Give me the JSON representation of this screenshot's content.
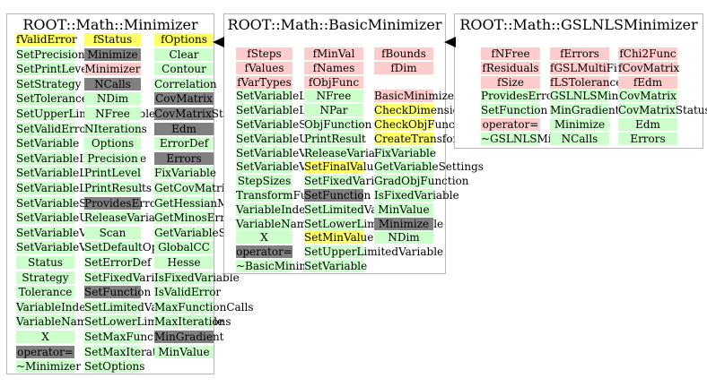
{
  "colors": {
    "green": "#ccffcc",
    "yellow": "#ffff66",
    "pink": "#ffcccc",
    "gray": "#808080",
    "border": "#b8b8b8"
  },
  "classes": [
    {
      "name": "ROOT::Math::Minimizer",
      "columns": [
        [
          {
            "t": "fValidError",
            "c": "yellow"
          },
          {
            "t": "SetPrecision",
            "c": "green"
          },
          {
            "t": "SetPrintLevel",
            "c": "green"
          },
          {
            "t": "SetStrategy",
            "c": "green"
          },
          {
            "t": "SetTolerance",
            "c": "green"
          },
          {
            "t": "SetUpperLimitedVariable",
            "c": "green"
          },
          {
            "t": "SetValidError",
            "c": "green"
          },
          {
            "t": "SetVariable",
            "c": "green"
          },
          {
            "t": "SetVariableInitialRange",
            "c": "green"
          },
          {
            "t": "SetVariableLimits",
            "c": "green"
          },
          {
            "t": "SetVariableLowerLimit",
            "c": "green"
          },
          {
            "t": "SetVariableStepSize",
            "c": "green"
          },
          {
            "t": "SetVariableUpperLimit",
            "c": "green"
          },
          {
            "t": "SetVariableValue",
            "c": "green"
          },
          {
            "t": "SetVariableValues",
            "c": "green"
          },
          {
            "t": "Status",
            "c": "green"
          },
          {
            "t": "Strategy",
            "c": "green"
          },
          {
            "t": "Tolerance",
            "c": "green"
          },
          {
            "t": "VariableIndex",
            "c": "green"
          },
          {
            "t": "VariableName",
            "c": "green"
          },
          {
            "t": "X",
            "c": "green"
          },
          {
            "t": "operator=",
            "c": "gray"
          },
          {
            "t": "~Minimizer",
            "c": "green"
          }
        ],
        [
          {
            "t": "fStatus",
            "c": "yellow"
          },
          {
            "t": "Minimize",
            "c": "gray"
          },
          {
            "t": "Minimizer",
            "c": "pink"
          },
          {
            "t": "NCalls",
            "c": "gray"
          },
          {
            "t": "NDim",
            "c": "green"
          },
          {
            "t": "NFree",
            "c": "green"
          },
          {
            "t": "NIterations",
            "c": "green"
          },
          {
            "t": "Options",
            "c": "green"
          },
          {
            "t": "Precision",
            "c": "green"
          },
          {
            "t": "PrintLevel",
            "c": "green"
          },
          {
            "t": "PrintResults",
            "c": "green"
          },
          {
            "t": "ProvidesError",
            "c": "gray"
          },
          {
            "t": "ReleaseVariable",
            "c": "green"
          },
          {
            "t": "Scan",
            "c": "green"
          },
          {
            "t": "SetDefaultOptions",
            "c": "green"
          },
          {
            "t": "SetErrorDef",
            "c": "green"
          },
          {
            "t": "SetFixedVariable",
            "c": "green"
          },
          {
            "t": "SetFunction",
            "c": "gray"
          },
          {
            "t": "SetLimitedVariable",
            "c": "green"
          },
          {
            "t": "SetLowerLimitedVariable",
            "c": "green"
          },
          {
            "t": "SetMaxFunctionCalls",
            "c": "green"
          },
          {
            "t": "SetMaxIterations",
            "c": "green"
          },
          {
            "t": "SetOptions",
            "c": "green"
          }
        ],
        [
          {
            "t": "fOptions",
            "c": "yellow"
          },
          {
            "t": "Clear",
            "c": "green"
          },
          {
            "t": "Contour",
            "c": "green"
          },
          {
            "t": "Correlation",
            "c": "green"
          },
          {
            "t": "CovMatrix",
            "c": "gray"
          },
          {
            "t": "CovMatrixStatus",
            "c": "gray"
          },
          {
            "t": "Edm",
            "c": "gray"
          },
          {
            "t": "ErrorDef",
            "c": "green"
          },
          {
            "t": "Errors",
            "c": "gray"
          },
          {
            "t": "FixVariable",
            "c": "green"
          },
          {
            "t": "GetCovMatrix",
            "c": "green"
          },
          {
            "t": "GetHessianMatrix",
            "c": "green"
          },
          {
            "t": "GetMinosError",
            "c": "green"
          },
          {
            "t": "GetVariableSettings",
            "c": "green"
          },
          {
            "t": "GlobalCC",
            "c": "green"
          },
          {
            "t": "Hesse",
            "c": "green"
          },
          {
            "t": "IsFixedVariable",
            "c": "green"
          },
          {
            "t": "IsValidError",
            "c": "green"
          },
          {
            "t": "MaxFunctionCalls",
            "c": "green"
          },
          {
            "t": "MaxIterations",
            "c": "green"
          },
          {
            "t": "MinGradient",
            "c": "gray"
          },
          {
            "t": "MinValue",
            "c": "green"
          }
        ]
      ]
    },
    {
      "name": "ROOT::Math::BasicMinimizer",
      "columns": [
        [
          {
            "t": "fSteps",
            "c": "pink"
          },
          {
            "t": "fValues",
            "c": "pink"
          },
          {
            "t": "fVarTypes",
            "c": "pink"
          },
          {
            "t": "SetVariableLimits",
            "c": "green"
          },
          {
            "t": "SetVariableLowerLimit",
            "c": "green"
          },
          {
            "t": "SetVariableStepSize",
            "c": "green"
          },
          {
            "t": "SetVariableUpperLimit",
            "c": "green"
          },
          {
            "t": "SetVariableValue",
            "c": "green"
          },
          {
            "t": "SetVariableValues",
            "c": "green"
          },
          {
            "t": "StepSizes",
            "c": "green"
          },
          {
            "t": "TransformFunction",
            "c": "green"
          },
          {
            "t": "VariableIndex",
            "c": "green"
          },
          {
            "t": "VariableName",
            "c": "green"
          },
          {
            "t": "X",
            "c": "green"
          },
          {
            "t": "operator=",
            "c": "gray"
          },
          {
            "t": "~BasicMinimizer",
            "c": "green"
          }
        ],
        [
          {
            "t": "fMinVal",
            "c": "pink"
          },
          {
            "t": "fNames",
            "c": "pink"
          },
          {
            "t": "fObjFunc",
            "c": "pink"
          },
          {
            "t": "NFree",
            "c": "green"
          },
          {
            "t": "NPar",
            "c": "green"
          },
          {
            "t": "ObjFunction",
            "c": "green"
          },
          {
            "t": "PrintResult",
            "c": "green"
          },
          {
            "t": "ReleaseVariable",
            "c": "green"
          },
          {
            "t": "SetFinalValues",
            "c": "yellow"
          },
          {
            "t": "SetFixedVariable",
            "c": "green"
          },
          {
            "t": "SetFunction",
            "c": "gray"
          },
          {
            "t": "SetLimitedVariable",
            "c": "green"
          },
          {
            "t": "SetLowerLimitedVariable",
            "c": "green"
          },
          {
            "t": "SetMinValue",
            "c": "yellow"
          },
          {
            "t": "SetUpperLimitedVariable",
            "c": "green"
          },
          {
            "t": "SetVariable",
            "c": "green"
          }
        ],
        [
          {
            "t": "fBounds",
            "c": "pink"
          },
          {
            "t": "fDim",
            "c": "pink"
          },
          {
            "t": "",
            "c": "none"
          },
          {
            "t": "BasicMinimizer",
            "c": "pink"
          },
          {
            "t": "CheckDimension",
            "c": "yellow"
          },
          {
            "t": "CheckObjFunction",
            "c": "yellow"
          },
          {
            "t": "CreateTransformation",
            "c": "yellow"
          },
          {
            "t": "FixVariable",
            "c": "green"
          },
          {
            "t": "GetVariableSettings",
            "c": "green"
          },
          {
            "t": "GradObjFunction",
            "c": "green"
          },
          {
            "t": "IsFixedVariable",
            "c": "green"
          },
          {
            "t": "MinValue",
            "c": "green"
          },
          {
            "t": "Minimize",
            "c": "gray"
          },
          {
            "t": "NDim",
            "c": "green"
          }
        ]
      ]
    },
    {
      "name": "ROOT::Math::GSLNLSMinimizer",
      "columns": [
        [
          {
            "t": "fNFree",
            "c": "pink"
          },
          {
            "t": "fResiduals",
            "c": "pink"
          },
          {
            "t": "fSize",
            "c": "pink"
          },
          {
            "t": "ProvidesError",
            "c": "green"
          },
          {
            "t": "SetFunction",
            "c": "green"
          },
          {
            "t": "operator=",
            "c": "pink"
          },
          {
            "t": "~GSLNLSMinimizer",
            "c": "green"
          }
        ],
        [
          {
            "t": "fErrors",
            "c": "pink"
          },
          {
            "t": "fGSLMultiFit",
            "c": "pink"
          },
          {
            "t": "fLSTolerance",
            "c": "pink"
          },
          {
            "t": "GSLNLSMinimizer",
            "c": "green"
          },
          {
            "t": "MinGradient",
            "c": "green"
          },
          {
            "t": "Minimize",
            "c": "green"
          },
          {
            "t": "NCalls",
            "c": "green"
          }
        ],
        [
          {
            "t": "fChi2Func",
            "c": "pink"
          },
          {
            "t": "fCovMatrix",
            "c": "pink"
          },
          {
            "t": "fEdm",
            "c": "pink"
          },
          {
            "t": "CovMatrix",
            "c": "green"
          },
          {
            "t": "CovMatrixStatus",
            "c": "green"
          },
          {
            "t": "Edm",
            "c": "green"
          },
          {
            "t": "Errors",
            "c": "green"
          }
        ]
      ]
    }
  ]
}
